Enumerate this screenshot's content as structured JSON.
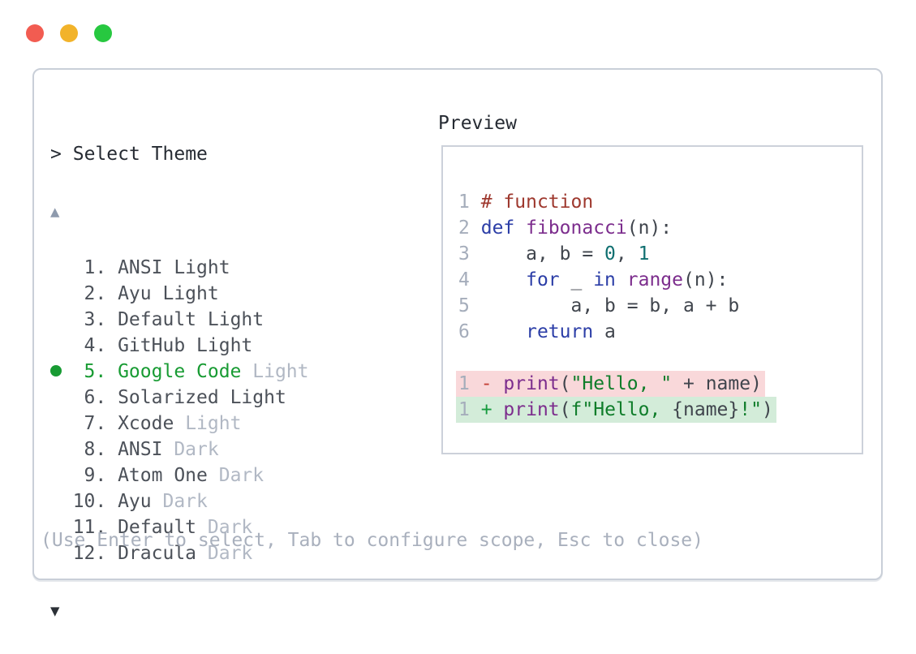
{
  "window": {
    "controls": [
      {
        "name": "close",
        "color": "#f25c51"
      },
      {
        "name": "minimize",
        "color": "#f2b32a"
      },
      {
        "name": "maximize",
        "color": "#27c840"
      }
    ]
  },
  "prompt": {
    "chevron": ">",
    "title": "Select Theme"
  },
  "scroll": {
    "up_glyph": "▲",
    "down_glyph": "▼"
  },
  "colors": {
    "accent_green": "#189b33",
    "dimmed_text": "#b1b8c4",
    "diff_removed_bg": "#f9d8da",
    "diff_added_bg": "#d3ecd9"
  },
  "themes": [
    {
      "num": "1.",
      "name": "ANSI",
      "variant": "Light",
      "dimmed": false,
      "selected": false
    },
    {
      "num": "2.",
      "name": "Ayu",
      "variant": "Light",
      "dimmed": false,
      "selected": false
    },
    {
      "num": "3.",
      "name": "Default",
      "variant": "Light",
      "dimmed": false,
      "selected": false
    },
    {
      "num": "4.",
      "name": "GitHub",
      "variant": "Light",
      "dimmed": false,
      "selected": false
    },
    {
      "num": "5.",
      "name": "Google Code",
      "variant": "Light",
      "dimmed": true,
      "selected": true
    },
    {
      "num": "6.",
      "name": "Solarized",
      "variant": "Light",
      "dimmed": false,
      "selected": false
    },
    {
      "num": "7.",
      "name": "Xcode",
      "variant": "Light",
      "dimmed": true,
      "selected": false
    },
    {
      "num": "8.",
      "name": "ANSI",
      "variant": "Dark",
      "dimmed": true,
      "selected": false
    },
    {
      "num": "9.",
      "name": "Atom One",
      "variant": "Dark",
      "dimmed": true,
      "selected": false
    },
    {
      "num": "10.",
      "name": "Ayu",
      "variant": "Dark",
      "dimmed": true,
      "selected": false
    },
    {
      "num": "11.",
      "name": "Default",
      "variant": "Dark",
      "dimmed": true,
      "selected": false
    },
    {
      "num": "12.",
      "name": "Dracula",
      "variant": "Dark",
      "dimmed": true,
      "selected": false
    }
  ],
  "preview": {
    "label": "Preview",
    "code_lines": [
      {
        "num": "1",
        "bg": "",
        "tokens": [
          {
            "type": "com",
            "text": "# function"
          }
        ]
      },
      {
        "num": "2",
        "bg": "",
        "tokens": [
          {
            "type": "kw",
            "text": "def"
          },
          {
            "type": "plain",
            "text": " "
          },
          {
            "type": "fn",
            "text": "fibonacci"
          },
          {
            "type": "plain",
            "text": "(n):"
          }
        ]
      },
      {
        "num": "3",
        "bg": "",
        "tokens": [
          {
            "type": "plain",
            "text": "    a, b = "
          },
          {
            "type": "lit",
            "text": "0"
          },
          {
            "type": "plain",
            "text": ", "
          },
          {
            "type": "lit",
            "text": "1"
          }
        ]
      },
      {
        "num": "4",
        "bg": "",
        "tokens": [
          {
            "type": "plain",
            "text": "    "
          },
          {
            "type": "kw",
            "text": "for"
          },
          {
            "type": "plain",
            "text": " _ "
          },
          {
            "type": "kw",
            "text": "in"
          },
          {
            "type": "plain",
            "text": " "
          },
          {
            "type": "fn",
            "text": "range"
          },
          {
            "type": "plain",
            "text": "(n):"
          }
        ]
      },
      {
        "num": "5",
        "bg": "",
        "tokens": [
          {
            "type": "plain",
            "text": "        a, b = b, a + b"
          }
        ]
      },
      {
        "num": "6",
        "bg": "",
        "tokens": [
          {
            "type": "plain",
            "text": "    "
          },
          {
            "type": "kw",
            "text": "return"
          },
          {
            "type": "plain",
            "text": " a"
          }
        ]
      },
      {
        "num": "",
        "bg": "",
        "tokens": []
      },
      {
        "num": "1",
        "bg": "removed",
        "tokens": [
          {
            "type": "minus",
            "text": "- "
          },
          {
            "type": "fn",
            "text": "print"
          },
          {
            "type": "plain",
            "text": "("
          },
          {
            "type": "str",
            "text": "\"Hello, \""
          },
          {
            "type": "plain",
            "text": " + name)"
          }
        ]
      },
      {
        "num": "1",
        "bg": "added",
        "tokens": [
          {
            "type": "plus",
            "text": "+ "
          },
          {
            "type": "fn",
            "text": "print"
          },
          {
            "type": "plain",
            "text": "("
          },
          {
            "type": "str",
            "text": "f\"Hello, "
          },
          {
            "type": "plain",
            "text": "{name}"
          },
          {
            "type": "str",
            "text": "!\""
          },
          {
            "type": "plain",
            "text": ")"
          }
        ]
      }
    ]
  },
  "footer": {
    "hint": "(Use Enter to select, Tab to configure scope, Esc to close)"
  }
}
